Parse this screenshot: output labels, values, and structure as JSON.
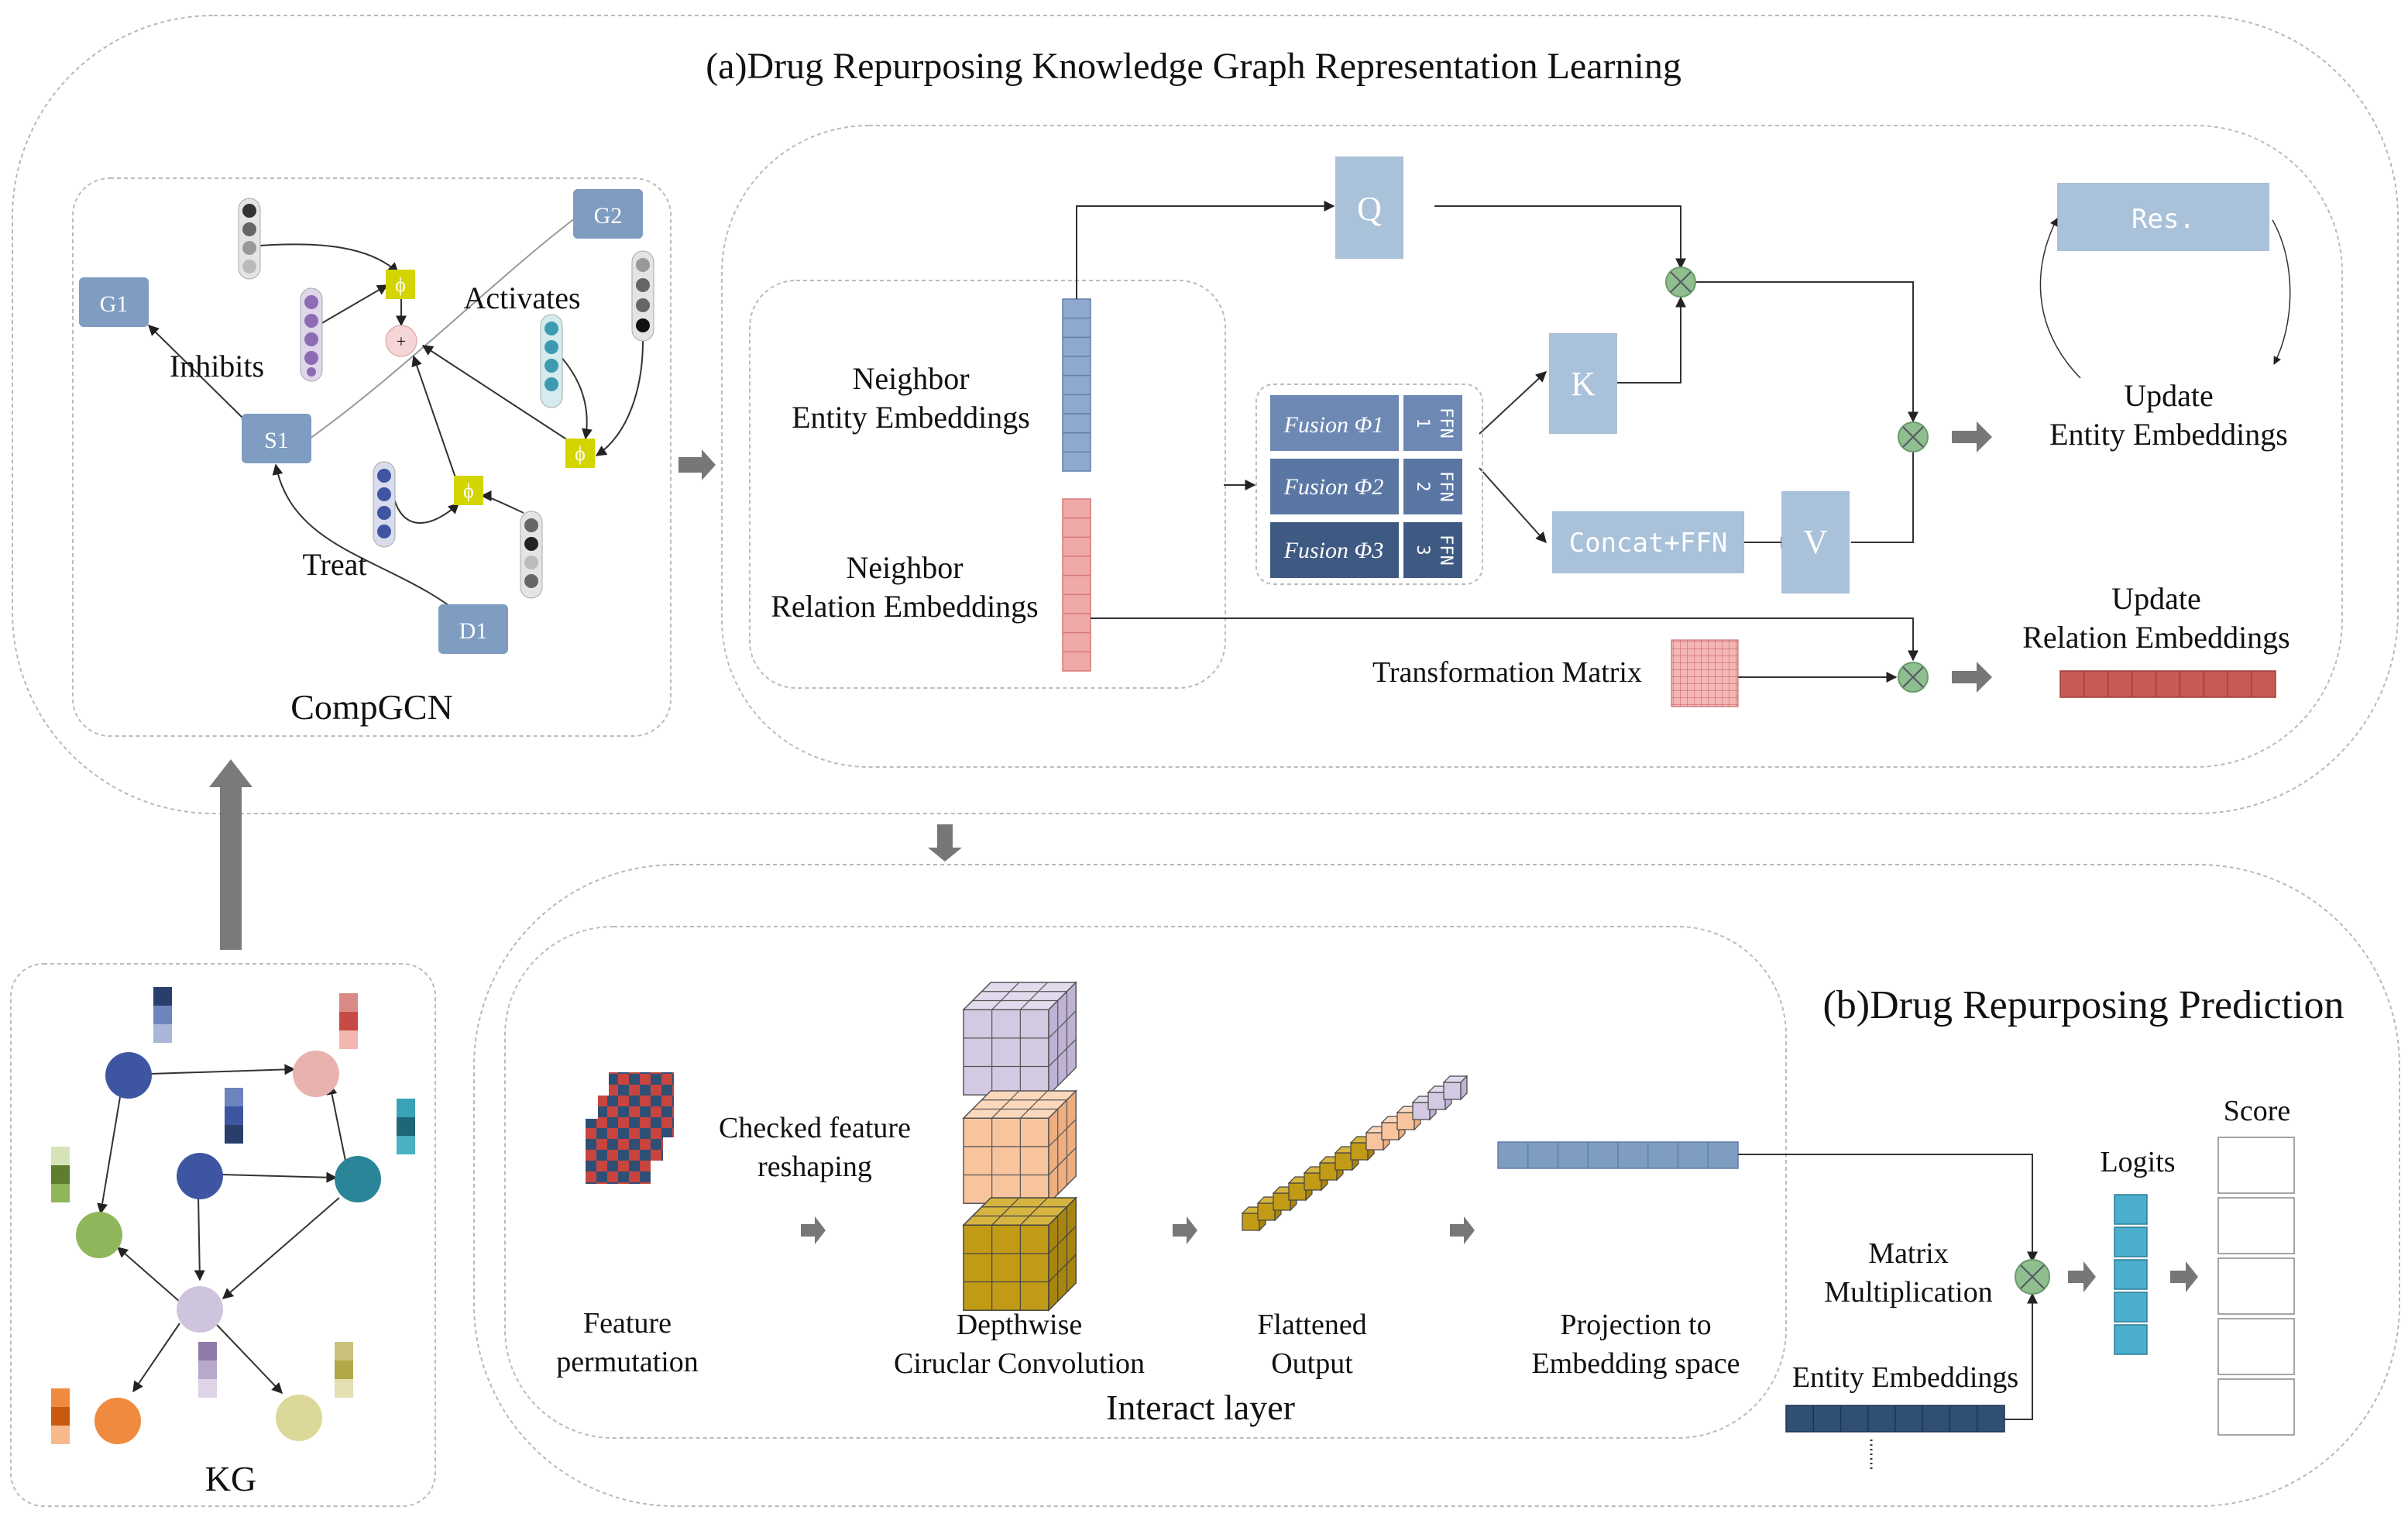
{
  "section_a": {
    "title": "(a)Drug Repurposing Knowledge Graph Representation Learning"
  },
  "section_b": {
    "title": "(b)Drug Repurposing Prediction"
  },
  "compgcn": {
    "caption": "CompGCN",
    "nodes": {
      "g1": "G1",
      "g2": "G2",
      "s1": "S1",
      "d1": "D1"
    },
    "relations": {
      "inhibits": "Inhibits",
      "activates": "Activates",
      "treat": "Treat"
    },
    "phi": "ϕ",
    "plus": "+"
  },
  "kg": {
    "caption": "KG"
  },
  "attention": {
    "neighbor_entity": [
      "Neighbor",
      "Entity Embeddings"
    ],
    "neighbor_relation": [
      "Neighbor",
      "Relation Embeddings"
    ],
    "q": "Q",
    "k": "K",
    "v": "V",
    "fusions": [
      "Fusion Φ1",
      "Fusion Φ2",
      "Fusion Φ3"
    ],
    "ffn": {
      "label": "FFN",
      "indices": [
        "1",
        "2",
        "3"
      ]
    },
    "concat": "Concat+FFN",
    "res": "Res.",
    "update_entity": [
      "Update",
      "Entity Embeddings"
    ],
    "update_relation": [
      "Update",
      "Relation Embeddings"
    ],
    "transformation": "Transformation Matrix"
  },
  "interact": {
    "caption": "Interact layer",
    "feature_permutation": [
      "Feature",
      "permutation"
    ],
    "checked": [
      "Checked feature",
      "reshaping"
    ],
    "depthwise": [
      "Depthwise",
      "Ciruclar Convolution"
    ],
    "flattened": [
      "Flattened",
      "Output"
    ],
    "projection": [
      "Projection to",
      "Embedding space"
    ]
  },
  "prediction": {
    "matrix_mult": [
      "Matrix",
      "Multiplication"
    ],
    "entity_embeddings": "Entity Embeddings",
    "logits": "Logits",
    "score": "Score"
  },
  "colors": {
    "node_blue": "#7f9cc1",
    "q_box": "#a9c1d9",
    "fusion_1": "#6d89b3",
    "fusion_2": "#5a77a4",
    "fusion_3": "#3f5a82",
    "relation_pink": "#f0a9a9",
    "update_red": "#c85a56",
    "cube_purple": "#cfc4dd",
    "cube_orange": "#f7c39b",
    "cube_gold": "#c29b16",
    "logit_teal": "#4aaecc",
    "circle_green": "#8fbf8f",
    "phi_yellow": "#d4d400"
  }
}
